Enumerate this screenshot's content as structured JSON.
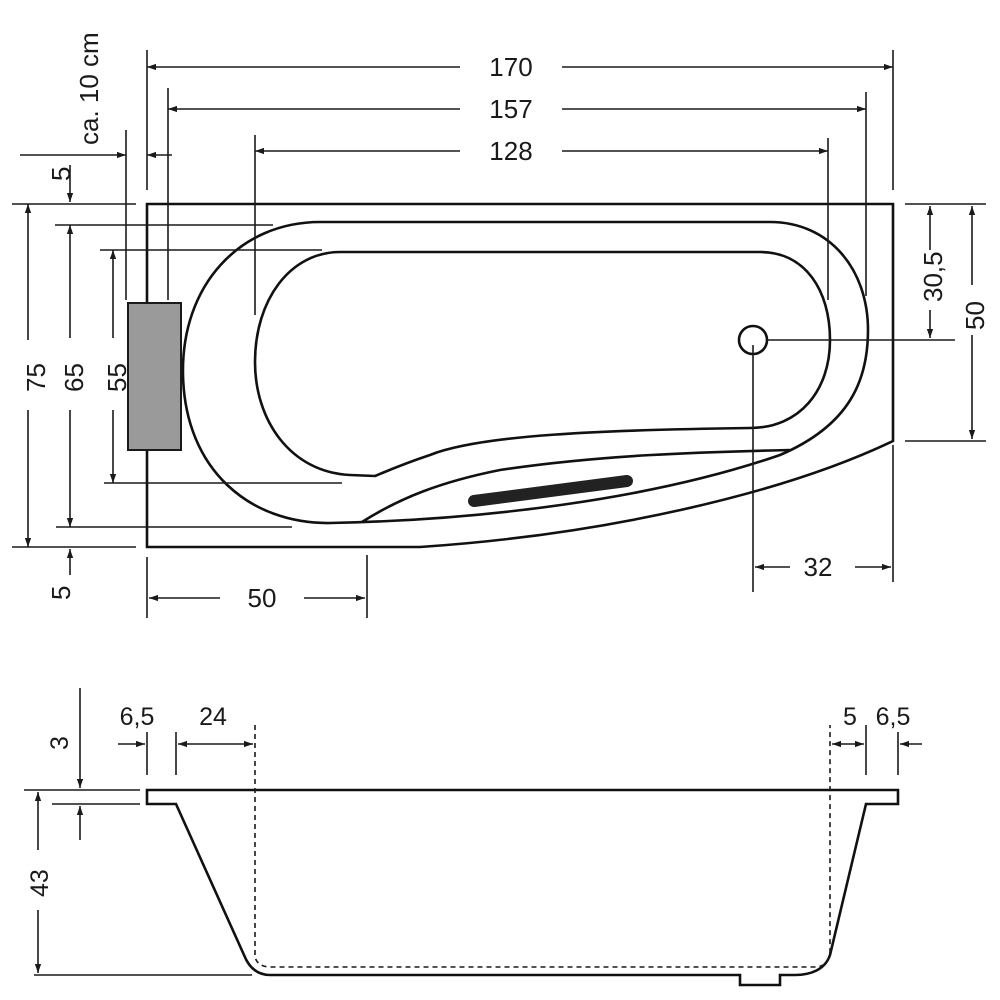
{
  "top_view": {
    "width_170": "170",
    "width_157": "157",
    "width_128": "128",
    "ca_10cm": "ca. 10 cm",
    "offset_5_top": "5",
    "height_75": "75",
    "height_65": "65",
    "height_55": "55",
    "offset_5_bottom": "5",
    "drain_30_5": "30,5",
    "height_50_right": "50",
    "drain_32": "32",
    "length_50_bottom": "50"
  },
  "side_view": {
    "dim_6_5_left": "6,5",
    "dim_24": "24",
    "dim_5_right": "5",
    "dim_6_5_right": "6,5",
    "dim_3": "3",
    "dim_43": "43"
  },
  "colors": {
    "line": "#1a1a1a",
    "headrest": "#9a9a9a",
    "handle": "#222222"
  }
}
